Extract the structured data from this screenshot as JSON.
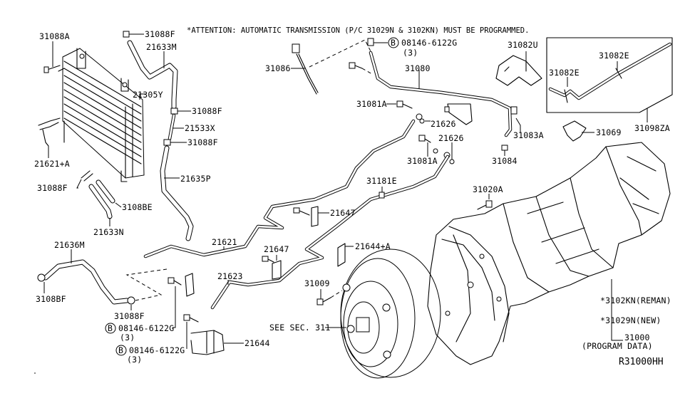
{
  "attention_note": "*ATTENTION: AUTOMATIC TRANSMISSION (P/C 31029N & 3102KN) MUST BE PROGRAMMED.",
  "diagram_id": "R31000HH",
  "bolt_circle_symbol": "B",
  "labels": {
    "p31088A": "31088A",
    "p31088F_top": "31088F",
    "p21633M": "21633M",
    "p21305Y": "21305Y",
    "p31088F_mid1": "31088F",
    "p21533X": "21533X",
    "p31088F_mid2": "31088F",
    "p21621A": "21621+A",
    "p31088F_left": "31088F",
    "p3108BE": "3108BE",
    "p21633N": "21633N",
    "p21635P": "21635P",
    "p31086": "31086",
    "bolt_top_number": "08146-6122G",
    "bolt_top_qty": "(3)",
    "p31080": "31080",
    "p31081A_top": "31081A",
    "p21626_a": "21626",
    "p21626_b": "21626",
    "p31081A_bottom": "31081A",
    "p31083A": "31083A",
    "p31084": "31084",
    "p31082U": "31082U",
    "p31082E_a": "31082E",
    "p31082E_b": "31082E",
    "p31098ZA": "31098ZA",
    "p31069": "31069",
    "p31181E": "31181E",
    "p21647_a": "21647",
    "p21647_b": "21647",
    "p31020A": "31020A",
    "p21636M": "21636M",
    "p3108BF": "3108BF",
    "p21621": "21621",
    "p21623": "21623",
    "p21644A": "21644+A",
    "p31009": "31009",
    "p31088F_bottom": "31088F",
    "bolt_mid_number": "08146-6122G",
    "bolt_mid_qty": "(3)",
    "bolt_low_number": "08146-6122G",
    "bolt_low_qty": "(3)",
    "p21644": "21644",
    "see_sec": "SEE SEC. 311",
    "p3102KN": "*3102KN(REMAN)",
    "p31029N": "*31029N(NEW)",
    "p31000": "31000",
    "program_data": "(PROGRAM DATA)"
  }
}
